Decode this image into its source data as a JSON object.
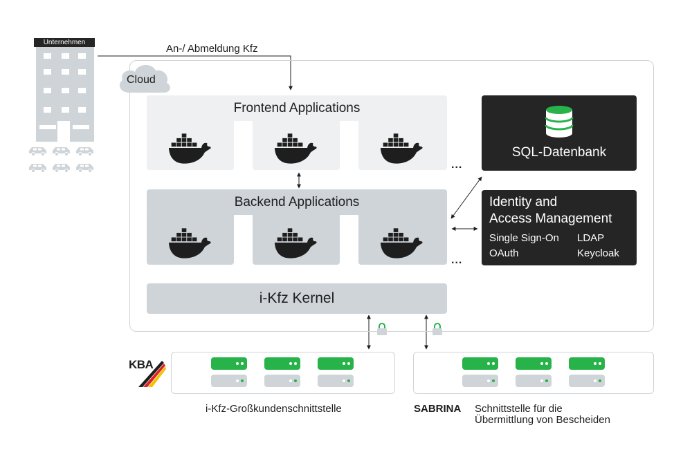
{
  "company": {
    "label": "Unternehmen"
  },
  "flow_label": "An-/ Abmeldung Kfz",
  "cloud": {
    "label": "Cloud"
  },
  "frontend": {
    "title": "Frontend Applications"
  },
  "backend": {
    "title": "Backend Applications"
  },
  "kernel": {
    "label": "i-Kfz Kernel"
  },
  "database": {
    "label": "SQL-Datenbank"
  },
  "iam": {
    "title_line1": "Identity and",
    "title_line2": "Access Management",
    "items": [
      "Single Sign-On",
      "OAuth",
      "LDAP",
      "Keycloak"
    ]
  },
  "ellipsis": "...",
  "kba": {
    "logo_text": "KBA"
  },
  "interfaces": {
    "left_label": "i-Kfz-Großkundenschnittstelle",
    "right_name": "SABRINA",
    "right_desc_line1": "Schnittstelle für die",
    "right_desc_line2": "Übermittlung von Bescheiden"
  },
  "icons": [
    "building-icon",
    "car-icon",
    "cloud-icon",
    "docker-whale-icon",
    "database-icon",
    "lock-icon",
    "server-icon",
    "kba-flag-logo"
  ],
  "colors": {
    "accent_green": "#27b34a",
    "dark_box": "#252525",
    "panel_light": "#eef0f1",
    "panel_mid": "#ced4d8"
  }
}
